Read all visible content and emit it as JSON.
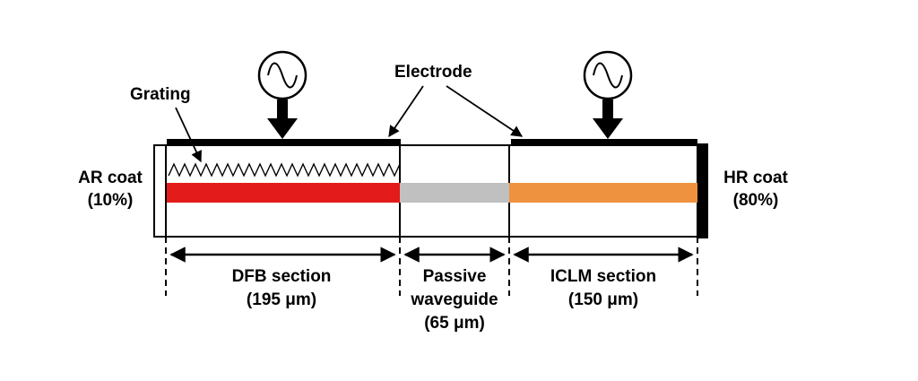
{
  "labels": {
    "grating": "Grating",
    "electrode": "Electrode",
    "ar_coat": "AR coat",
    "ar_pct": "(10%)",
    "hr_coat": "HR coat",
    "hr_pct": "(80%)",
    "dfb_name": "DFB section",
    "dfb_len": "(195 μm)",
    "passive_name1": "Passive",
    "passive_name2": "waveguide",
    "passive_len": "(65 μm)",
    "iclm_name": "ICLM section",
    "iclm_len": "(150 μm)"
  },
  "colors": {
    "dfb_active": "#e31b1b",
    "passive": "#c0c0c0",
    "iclm_active": "#ef9240",
    "outline": "#000000"
  },
  "icons": {
    "signal_source": "ac-sine-source-icon",
    "arrow": "down-arrow-icon"
  }
}
